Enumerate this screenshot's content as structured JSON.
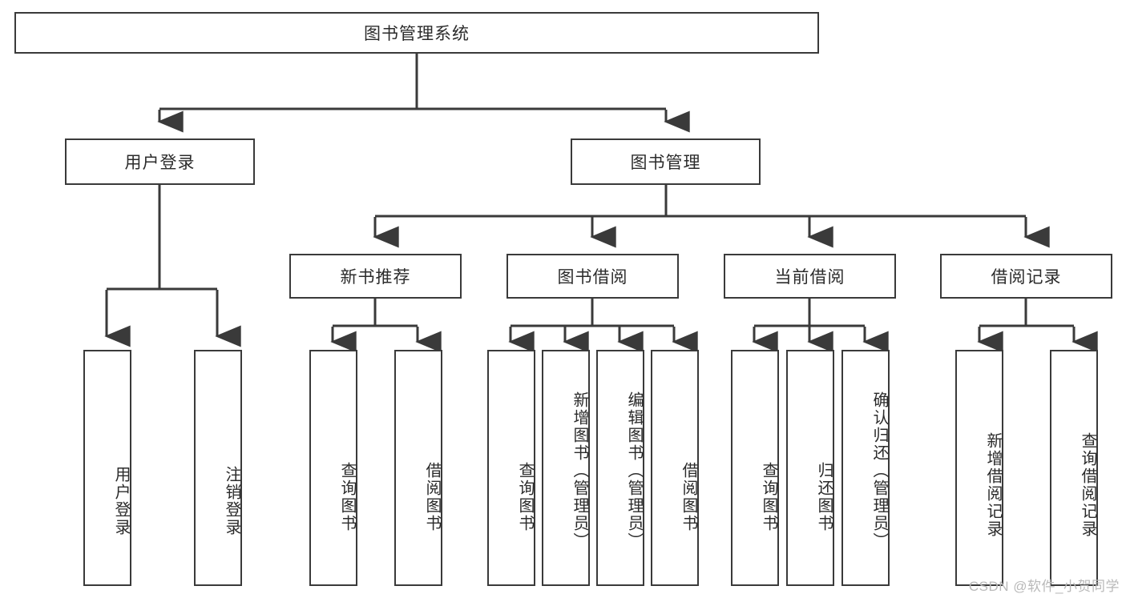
{
  "diagram": {
    "title": "图书管理系统",
    "type": "tree-hierarchy",
    "watermark": "CSDN @软件_小贺同学",
    "colors": {
      "stroke": "#3a3a3a",
      "text": "#2b2b2b",
      "background": "#ffffff",
      "watermark": "#b9b9b9"
    },
    "root": {
      "label": "图书管理系统"
    },
    "level2": [
      {
        "label": "用户登录"
      },
      {
        "label": "图书管理"
      }
    ],
    "level3": [
      {
        "label": "新书推荐"
      },
      {
        "label": "图书借阅"
      },
      {
        "label": "当前借阅"
      },
      {
        "label": "借阅记录"
      }
    ],
    "leaves": {
      "user_login": [
        {
          "label": "用户登录"
        },
        {
          "label": "注销登录"
        }
      ],
      "new_book_recommend": [
        {
          "label": "查询图书"
        },
        {
          "label": "借阅图书"
        }
      ],
      "book_borrow": [
        {
          "label": "查询图书"
        },
        {
          "label": "新增图书（管理员）"
        },
        {
          "label": "编辑图书（管理员）"
        },
        {
          "label": "借阅图书"
        }
      ],
      "current_borrow": [
        {
          "label": "查询图书"
        },
        {
          "label": "归还图书"
        },
        {
          "label": "确认归还（管理员）"
        }
      ],
      "borrow_record": [
        {
          "label": "新增借阅记录"
        },
        {
          "label": "查询借阅记录"
        }
      ]
    }
  }
}
